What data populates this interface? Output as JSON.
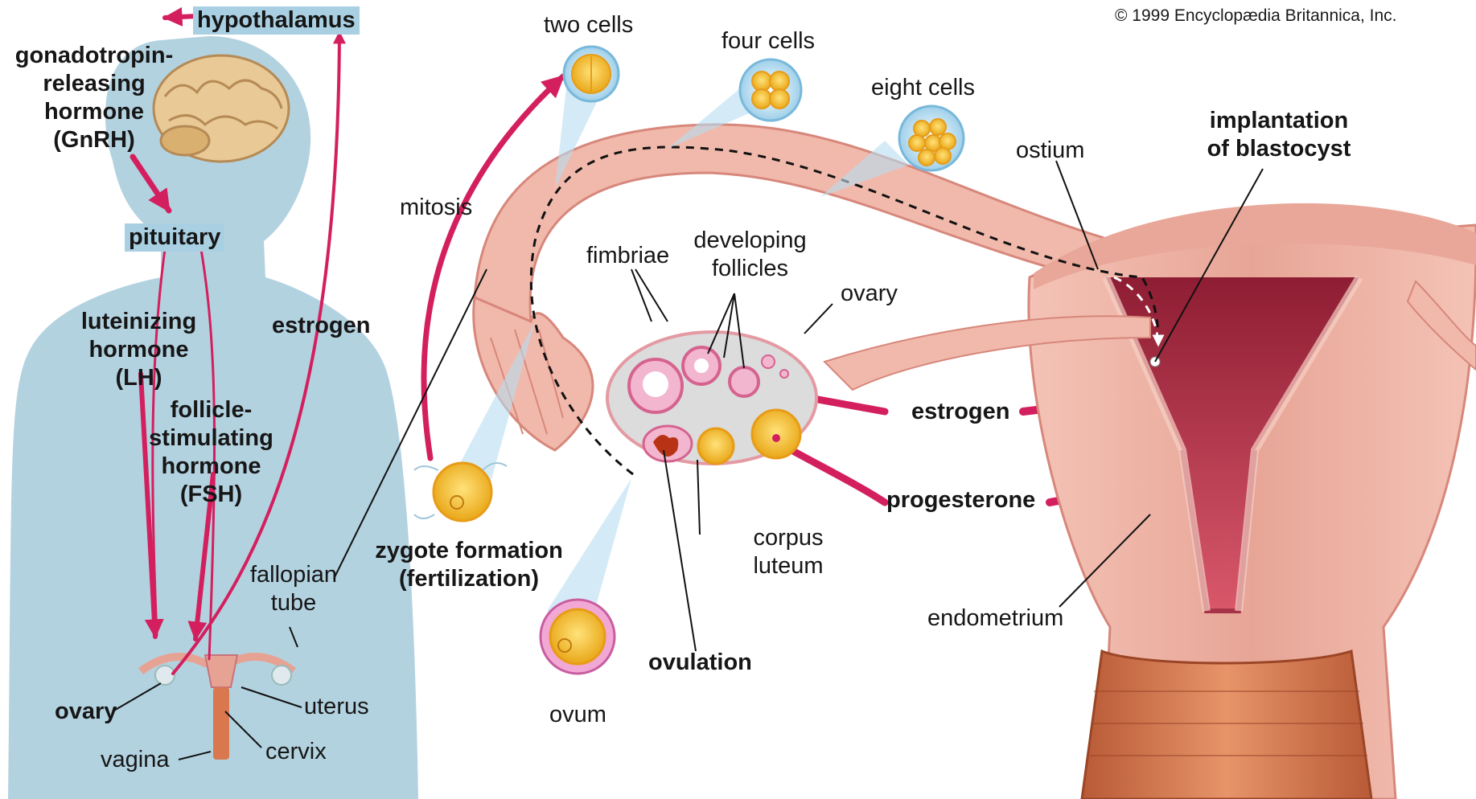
{
  "copyright": "© 1999 Encyclopædia Britannica, Inc.",
  "labels": {
    "hypothalamus": "hypothalamus",
    "gnrh": [
      "gonadotropin-",
      "releasing",
      "hormone",
      "(GnRH)"
    ],
    "pituitary": "pituitary",
    "lh": [
      "luteinizing",
      "hormone",
      "(LH)"
    ],
    "fsh": [
      "follicle-",
      "stimulating",
      "hormone",
      "(FSH)"
    ],
    "estrogen_body": "estrogen",
    "fallopian_tube": [
      "fallopian",
      "tube"
    ],
    "ovary_body": "ovary",
    "uterus": "uterus",
    "cervix": "cervix",
    "vagina": "vagina",
    "two_cells": "two cells",
    "four_cells": "four cells",
    "eight_cells": "eight cells",
    "mitosis": "mitosis",
    "fimbriae": "fimbriae",
    "developing_follicles": [
      "developing",
      "follicles"
    ],
    "ovary_detail": "ovary",
    "ostium": "ostium",
    "implantation": [
      "implantation",
      "of blastocyst"
    ],
    "estrogen_ovary": "estrogen",
    "progesterone": "progesterone",
    "zygote": [
      "zygote formation",
      "(fertilization)"
    ],
    "corpus_luteum": [
      "corpus",
      "luteum"
    ],
    "ovulation": "ovulation",
    "ovum": "ovum",
    "endometrium": "endometrium"
  },
  "colors": {
    "body_silhouette": "#b3d2e0",
    "arrow_magenta": "#d41f5f",
    "tissue_pink": "#e9a799",
    "tissue_dark": "#c04a56",
    "label_highlight": "#a9d0e2",
    "cell_yellow": "#f6c22d"
  }
}
